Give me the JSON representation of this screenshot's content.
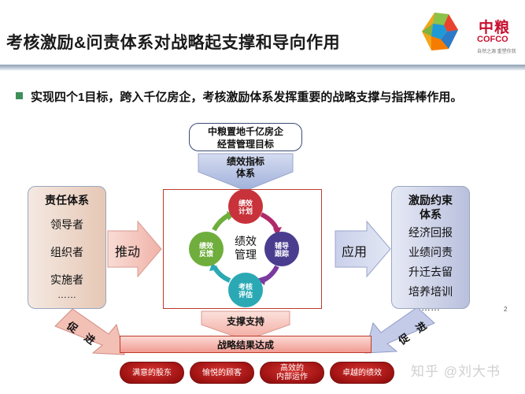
{
  "title": "考核激励&问责体系对战略起支撑和导向作用",
  "logo": {
    "name_cn": "中粮",
    "name_en": "COFCO",
    "slogan": "自然之源 重塑你我"
  },
  "bullet": "实现四个1目标，跨入千亿房企，考核激励体系发挥重要的战略支撑与指挥棒作用。",
  "goal": {
    "line1": "中粮置地千亿房企",
    "line2": "经营管理目标"
  },
  "top_arrow": {
    "line1": "绩效指标",
    "line2": "体系"
  },
  "left_box": {
    "title": "责任体系",
    "items": [
      "领导者",
      "组织者",
      "实施者",
      "……"
    ]
  },
  "right_box": {
    "title_line1": "激励约束",
    "title_line2": "体系",
    "items": [
      "经济回报",
      "业绩问责",
      "升迁去留",
      "培养培训",
      "……"
    ]
  },
  "left_arrow_label": "推动",
  "right_arrow_label": "应用",
  "cycle": {
    "center_line1": "绩效",
    "center_line2": "管理",
    "top": {
      "line1": "绩效",
      "line2": "计划",
      "color": "#c8323a"
    },
    "right": {
      "line1": "辅导",
      "line2": "跟踪",
      "color": "#4a3d8f"
    },
    "bottom": {
      "line1": "考核",
      "line2": "评估",
      "color": "#2aa9b5"
    },
    "left": {
      "line1": "绩效",
      "line2": "反馈",
      "color": "#6fae3c"
    }
  },
  "bottom_arrow_label": "支撑支持",
  "promote_left": {
    "c1": "促",
    "c2": "进"
  },
  "promote_right": {
    "c1": "促",
    "c2": "进"
  },
  "result_bar": "战略结果达成",
  "results": [
    {
      "line1": "满意的股东",
      "line2": ""
    },
    {
      "line1": "愉悦的顾客",
      "line2": ""
    },
    {
      "line1": "高效的",
      "line2": "内部运作"
    },
    {
      "line1": "卓越的绩效",
      "line2": ""
    }
  ],
  "page_number": "2",
  "watermark": "知乎 @刘大书"
}
